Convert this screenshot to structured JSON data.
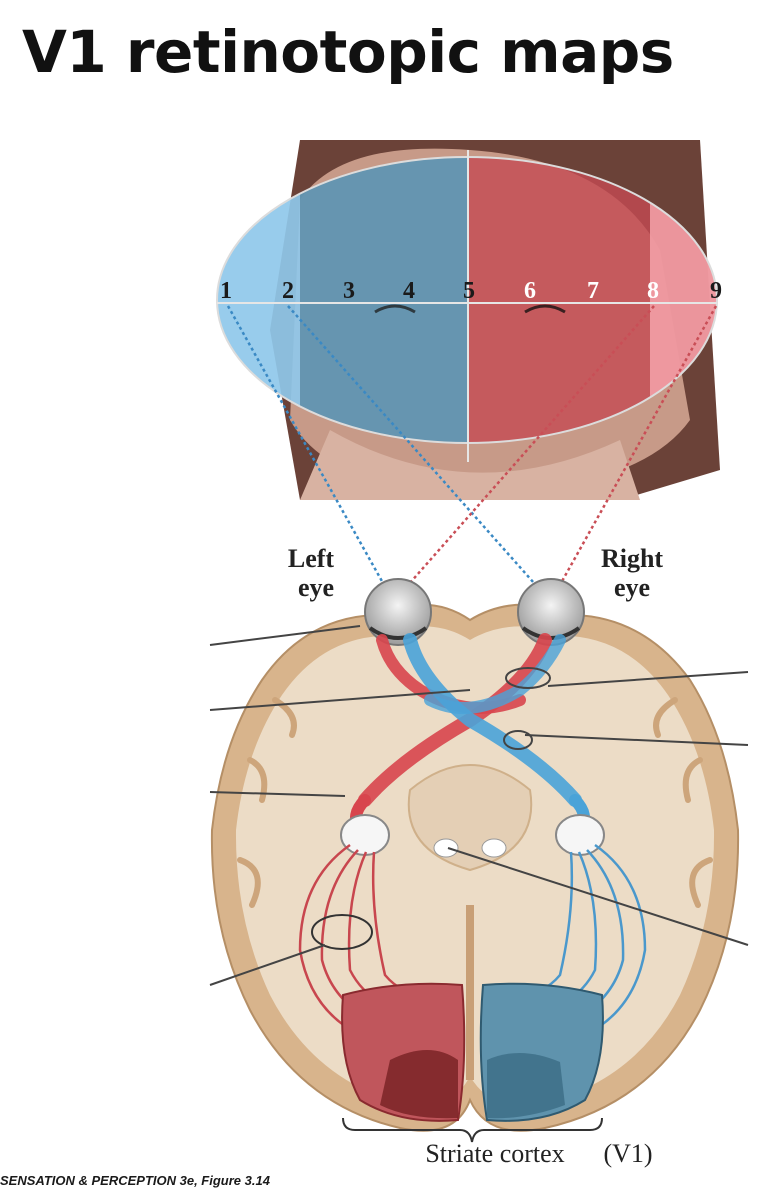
{
  "title": "V1 retinotopic maps",
  "visual_field_points": [
    "1",
    "2",
    "3",
    "4",
    "5",
    "6",
    "7",
    "8",
    "9"
  ],
  "labels": {
    "left_eye_line1": "Left",
    "left_eye_line2": "eye",
    "right_eye_line1": "Right",
    "right_eye_line2": "eye",
    "striate_cortex": "Striate cortex",
    "v1": "(V1)"
  },
  "caption": "SENSATION & PERCEPTION 3e, Figure 3.14",
  "colors": {
    "left_field": "#8fc8ea",
    "right_field": "#d04e55",
    "blue_pathway": "#4aa3d8",
    "red_pathway": "#d8454d",
    "brain_tissue": "#ead7c0",
    "brain_cortex": "#d8b48c"
  }
}
